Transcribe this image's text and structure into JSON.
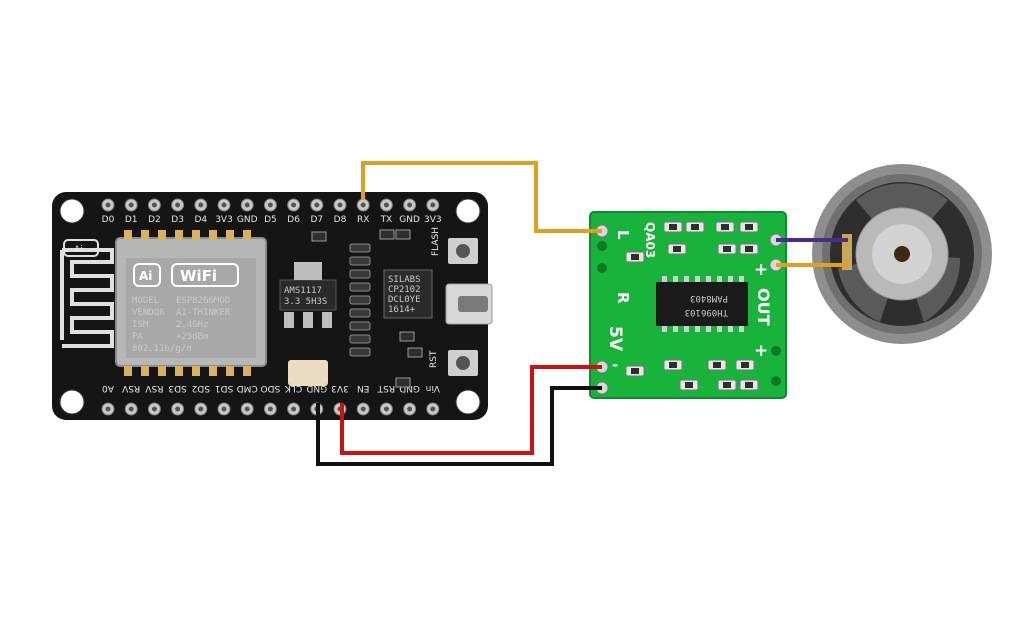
{
  "colors": {
    "board_black": "#151515",
    "amp_green": "#17b33b",
    "wire_orange": "#e0a01c",
    "wire_red": "#cc1111",
    "wire_black": "#111111",
    "wire_purple": "#4b2a8a",
    "speaker_grey": "#8e8e8e"
  },
  "nodemcu": {
    "top_pins": [
      "D0",
      "D1",
      "D2",
      "D3",
      "D4",
      "3V3",
      "GND",
      "D5",
      "D6",
      "D7",
      "D8",
      "RX",
      "TX",
      "GND",
      "3V3"
    ],
    "bottom_pins": [
      "A0",
      "RSV",
      "RSV",
      "SD3",
      "SD2",
      "SD1",
      "CMD",
      "SDO",
      "CLK",
      "GND",
      "3V3",
      "EN",
      "RST",
      "GND",
      "Vin"
    ],
    "module_brand": "Ai",
    "wifi_logo": "WiFi",
    "module_specs": [
      [
        "MODEL",
        "ESP8266MOD"
      ],
      [
        "VENDOR",
        "AI-THINKER"
      ],
      [
        "ISM",
        "2.4GHz"
      ],
      [
        "PA",
        "+25dBm"
      ],
      [
        "802.11b/g/n",
        ""
      ]
    ],
    "flash_label": "FLASH",
    "rst_label": "RST",
    "regulator_text": [
      "AMS1117",
      "3.3 5H3S"
    ],
    "usb_chip_text": [
      "SILABS",
      "CP2102",
      "DCL0YE",
      "1614+"
    ],
    "antenna_brand": "Ai"
  },
  "amplifier": {
    "chip_text": [
      "PAM8403",
      "TH096103"
    ],
    "label_l": "L",
    "label_r": "R",
    "label_5v": "5V",
    "label_out": "OUT",
    "label_qa": "QA03",
    "plus_sign": "+",
    "minus_sign": "-"
  }
}
